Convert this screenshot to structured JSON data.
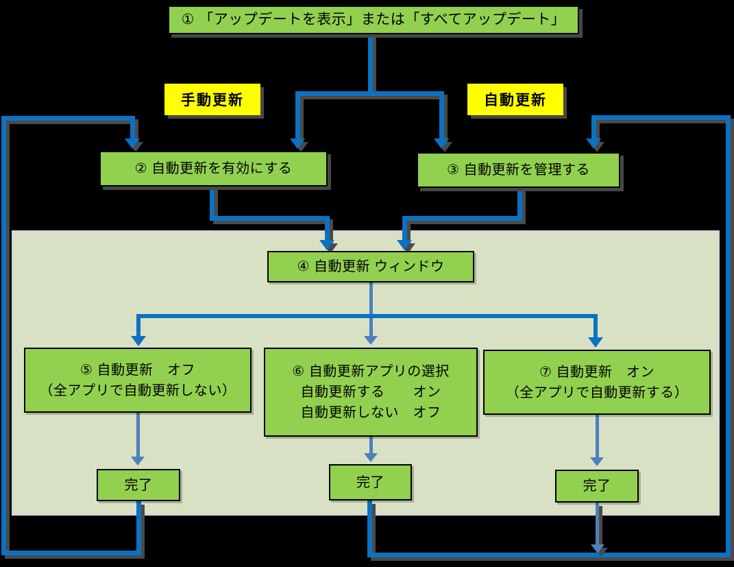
{
  "diagram": {
    "title_box": "① 「アップデートを表示」または「すべてアップデート」",
    "branch_labels": {
      "manual": "手動更新",
      "auto": "自動更新"
    },
    "nodes": {
      "box2": "② 自動更新を有効にする",
      "box3": "③ 自動更新を管理する",
      "box4": "④ 自動更新 ウィンドウ",
      "box5": {
        "line1": "⑤ 自動更新　オフ",
        "line2": "（全アプリで自動更新しない）"
      },
      "box6": {
        "line1": "⑥ 自動更新アプリの選択",
        "line2": "自動更新する　　オン",
        "line3": "自動更新しない　オフ"
      },
      "box7": {
        "line1": "⑦ 自動更新　オン",
        "line2": "（全アプリで自動更新する）"
      },
      "done1": "完了",
      "done2": "完了",
      "done3": "完了"
    },
    "colors": {
      "node_fill": "#92D050",
      "node_border": "#000000",
      "branch_label_fill": "#FFFF00",
      "panel_fill": "#D9E1C5",
      "connector_blue": "#0C71C1",
      "connector_steel_blue": "#4E7FBD",
      "connector_shadow": "#4A4A4A",
      "background": "#000000"
    }
  }
}
